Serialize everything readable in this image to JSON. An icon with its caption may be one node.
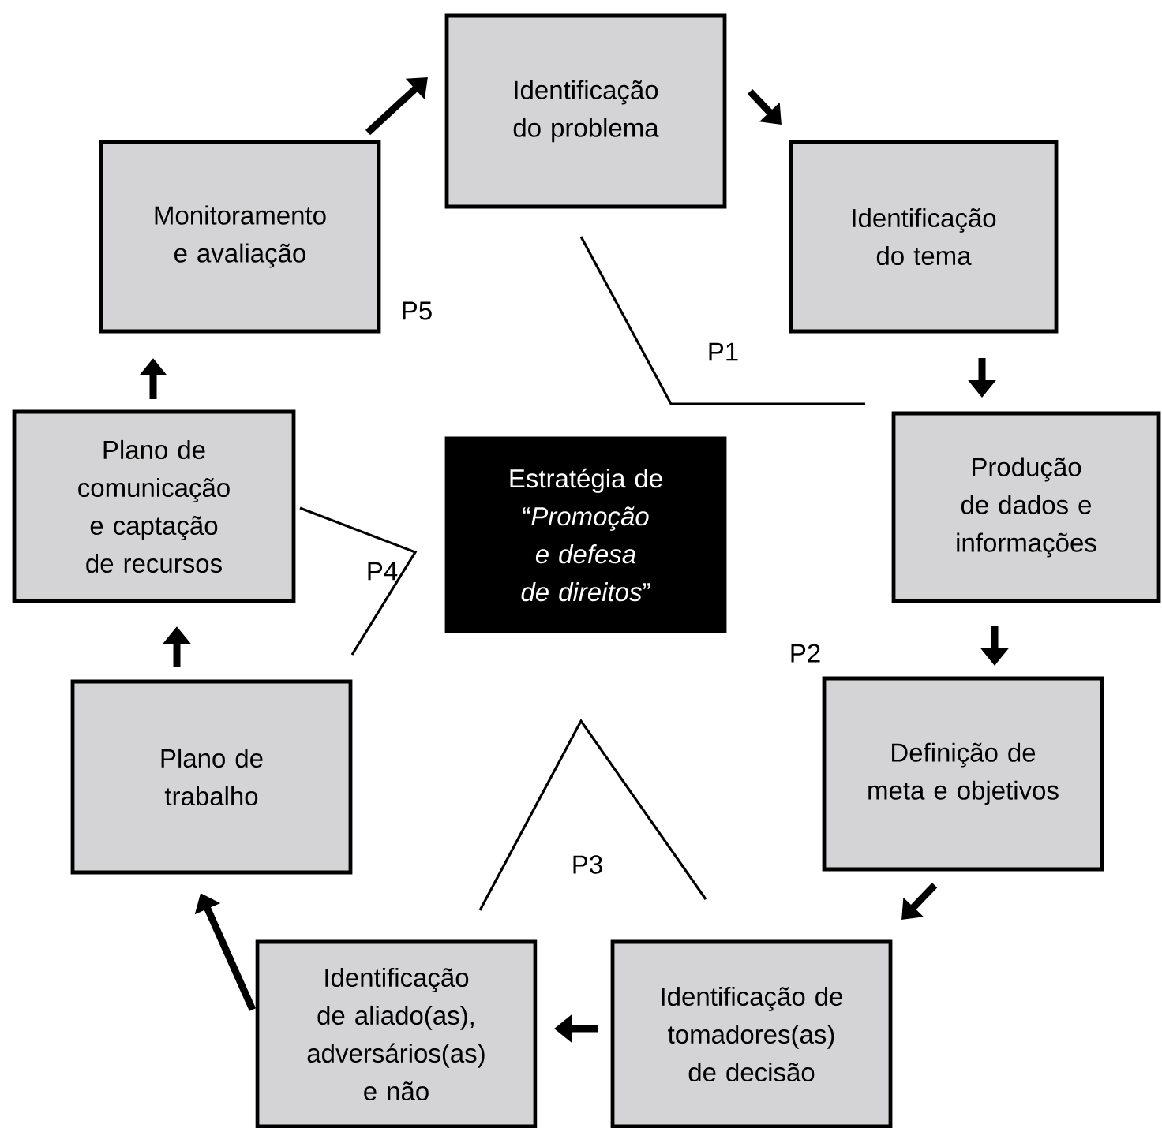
{
  "diagram": {
    "nodes": [
      {
        "text": [
          "Identificação do problema"
        ]
      },
      {
        "text": [
          "Identificação do tema"
        ]
      },
      {
        "text": [
          "Produção de dados e informações"
        ]
      },
      {
        "text": [
          "Definição de meta e objetivos"
        ]
      },
      {
        "text": [
          "Identificação de tomadores(as) de decisão"
        ]
      },
      {
        "text": [
          "Identificação de aliado(as), adversários(as) e não"
        ]
      },
      {
        "text": [
          "Plano de trabalho"
        ]
      },
      {
        "text": [
          "Plano de comunicação e captação de recursos"
        ]
      },
      {
        "text": [
          "Monitoramento e avaliação"
        ]
      },
      {
        "text": [
          "Estratégia de “*Promoção e defesa de direitos*”"
        ]
      }
    ],
    "edges": [
      {
        "from": 8,
        "to": 0,
        "arrow": "to"
      },
      {
        "from": 0,
        "to": 1,
        "arrow": "to"
      },
      {
        "from": 1,
        "to": 2,
        "arrow": "to"
      },
      {
        "from": 2,
        "to": 3,
        "arrow": "to"
      },
      {
        "from": 3,
        "to": 4,
        "arrow": "to"
      },
      {
        "from": 4,
        "to": 5,
        "arrow": "to"
      },
      {
        "from": 5,
        "to": 6,
        "arrow": "to"
      },
      {
        "from": 6,
        "to": 7,
        "arrow": "to"
      },
      {
        "from": 7,
        "to": 8,
        "arrow": "to"
      }
    ],
    "labels": [
      "P5",
      "P1",
      "P4",
      "P2",
      "P3"
    ]
  }
}
